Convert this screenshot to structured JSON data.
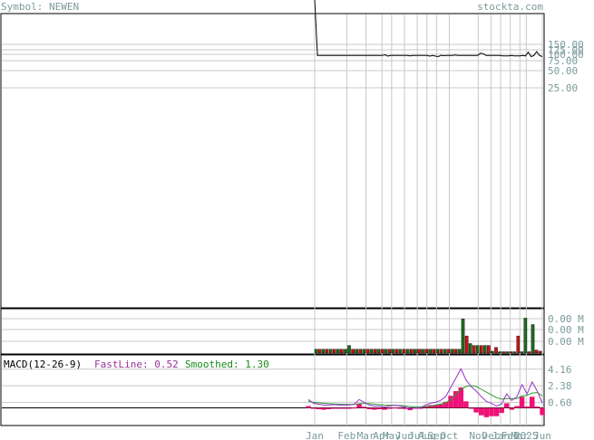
{
  "header": {
    "symbol_label": "Symbol: NEWEN",
    "site": "stockta.com"
  },
  "colors": {
    "frame": "#000000",
    "grid": "#c8c8c8",
    "axis_text": "#7a9a9a",
    "price_line": "#000000",
    "vol_up": "#1e6b1e",
    "vol_down": "#cc1111",
    "macd_fast": "#9933cc",
    "macd_smooth": "#2aa02a",
    "macd_hist": "#ee1177",
    "fast_label": "#993399",
    "smooth_label": "#1a8a1a"
  },
  "chart_data": {
    "type": "line",
    "panels": {
      "price": {
        "y_ticks": [
          "150.00",
          "125.00",
          "100.00",
          "75.00",
          "50.00",
          "25.00"
        ],
        "ylim": [
          0,
          150
        ],
        "series": [
          {
            "values": [
              540,
              95,
              95,
              95,
              95,
              95,
              95,
              95,
              95,
              95,
              95,
              95,
              95,
              95,
              95,
              95,
              95,
              95,
              95,
              95,
              95,
              95,
              95,
              95,
              95,
              98,
              92,
              95,
              95,
              95,
              95,
              95,
              95,
              95,
              93,
              95,
              95,
              95,
              95,
              95,
              95,
              92,
              95,
              92,
              90,
              96,
              94,
              95,
              95,
              95,
              97,
              95,
              95,
              95,
              95,
              95,
              95,
              95,
              95,
              105,
              103,
              95,
              95,
              95,
              95,
              95,
              95,
              93,
              93,
              93,
              95,
              93,
              93,
              93,
              95,
              93,
              110,
              90,
              95,
              112,
              95,
              90
            ]
          }
        ]
      },
      "volume": {
        "y_ticks": [
          "0.00 M",
          "0.00 M",
          "0.00 M"
        ],
        "bars": [
          {
            "v": 0.1,
            "up": true
          },
          {
            "v": 0.1,
            "up": false
          },
          {
            "v": 0.1,
            "up": true
          },
          {
            "v": 0.1,
            "up": false
          },
          {
            "v": 0.1,
            "up": true
          },
          {
            "v": 0.1,
            "up": false
          },
          {
            "v": 0.1,
            "up": true
          },
          {
            "v": 0.1,
            "up": false
          },
          {
            "v": 0.1,
            "up": true
          },
          {
            "v": 0.2,
            "up": true
          },
          {
            "v": 0.1,
            "up": false
          },
          {
            "v": 0.1,
            "up": true
          },
          {
            "v": 0.1,
            "up": false
          },
          {
            "v": 0.1,
            "up": true
          },
          {
            "v": 0.1,
            "up": false
          },
          {
            "v": 0.1,
            "up": true
          },
          {
            "v": 0.1,
            "up": false
          },
          {
            "v": 0.1,
            "up": true
          },
          {
            "v": 0.1,
            "up": false
          },
          {
            "v": 0.1,
            "up": true
          },
          {
            "v": 0.1,
            "up": false
          },
          {
            "v": 0.1,
            "up": true
          },
          {
            "v": 0.1,
            "up": false
          },
          {
            "v": 0.1,
            "up": true
          },
          {
            "v": 0.1,
            "up": false
          },
          {
            "v": 0.1,
            "up": true
          },
          {
            "v": 0.1,
            "up": false
          },
          {
            "v": 0.1,
            "up": true
          },
          {
            "v": 0.1,
            "up": false
          },
          {
            "v": 0.1,
            "up": true
          },
          {
            "v": 0.1,
            "up": false
          },
          {
            "v": 0.1,
            "up": true
          },
          {
            "v": 0.1,
            "up": false
          },
          {
            "v": 0.1,
            "up": true
          },
          {
            "v": 0.1,
            "up": false
          },
          {
            "v": 0.1,
            "up": true
          },
          {
            "v": 0.1,
            "up": false
          },
          {
            "v": 0.1,
            "up": true
          },
          {
            "v": 0.1,
            "up": false
          },
          {
            "v": 0.1,
            "up": true
          },
          {
            "v": 0.9,
            "up": true
          },
          {
            "v": 0.45,
            "up": false
          },
          {
            "v": 0.25,
            "up": true
          },
          {
            "v": 0.2,
            "up": false
          },
          {
            "v": 0.2,
            "up": true
          },
          {
            "v": 0.2,
            "up": false
          },
          {
            "v": 0.2,
            "up": true
          },
          {
            "v": 0.2,
            "up": false
          },
          {
            "v": 0.05,
            "up": true
          },
          {
            "v": 0.15,
            "up": false
          },
          {
            "v": 0.02,
            "up": true
          },
          {
            "v": 0.02,
            "up": false
          },
          {
            "v": 0.02,
            "up": true
          },
          {
            "v": 0.02,
            "up": false
          },
          {
            "v": 0.02,
            "up": true
          },
          {
            "v": 0.45,
            "up": false
          },
          {
            "v": 0.02,
            "up": true
          },
          {
            "v": 0.92,
            "up": true
          },
          {
            "v": 0.02,
            "up": false
          },
          {
            "v": 0.75,
            "up": true
          },
          {
            "v": 0.08,
            "up": false
          },
          {
            "v": 0.05,
            "up": false
          }
        ]
      },
      "macd": {
        "title": "MACD(12-26-9)",
        "fast_label": "FastLine: 0.52",
        "smooth_label": "Smoothed: 1.30",
        "y_ticks": [
          "4.16",
          "2.38",
          "0.60"
        ],
        "y_tick_values": [
          4.16,
          2.38,
          0.6
        ],
        "ylim": [
          -1.8,
          5.6
        ],
        "fast": [
          0.9,
          0.5,
          0.4,
          0.3,
          0.3,
          0.35,
          0.3,
          0.3,
          0.3,
          0.4,
          0.9,
          0.6,
          0.3,
          0.2,
          0.2,
          0.1,
          0.2,
          0.3,
          0.2,
          0.1,
          -0.1,
          0.0,
          0.0,
          0.3,
          0.5,
          0.6,
          0.8,
          1.2,
          2.2,
          3.2,
          4.2,
          3.0,
          2.3,
          1.8,
          1.2,
          0.7,
          0.5,
          0.2,
          0.4,
          1.5,
          0.8,
          1.2,
          2.5,
          1.5,
          2.8,
          1.8,
          0.52
        ],
        "smoothed": [
          0.7,
          0.6,
          0.55,
          0.5,
          0.45,
          0.42,
          0.4,
          0.38,
          0.36,
          0.37,
          0.45,
          0.48,
          0.45,
          0.4,
          0.35,
          0.3,
          0.28,
          0.27,
          0.25,
          0.22,
          0.15,
          0.1,
          0.1,
          0.15,
          0.2,
          0.3,
          0.4,
          0.55,
          0.9,
          1.4,
          2.0,
          2.3,
          2.4,
          2.3,
          2.0,
          1.7,
          1.4,
          1.1,
          0.95,
          1.0,
          1.0,
          1.0,
          1.3,
          1.35,
          1.6,
          1.65,
          1.3
        ],
        "histogram": [
          0.2,
          -0.1,
          -0.15,
          -0.2,
          -0.15,
          -0.1,
          -0.1,
          -0.08,
          -0.06,
          0.03,
          0.45,
          0.12,
          -0.15,
          -0.2,
          -0.15,
          -0.2,
          -0.08,
          0.03,
          -0.05,
          -0.12,
          -0.25,
          -0.1,
          -0.1,
          0.15,
          0.3,
          0.3,
          0.4,
          0.65,
          1.3,
          1.8,
          2.2,
          0.7,
          -0.1,
          -0.5,
          -0.8,
          -1.0,
          -0.9,
          -0.9,
          -0.55,
          0.5,
          -0.2,
          0.2,
          1.2,
          0.15,
          1.2,
          0.15,
          -0.78
        ]
      }
    },
    "x_labels": [
      {
        "label": "Jan",
        "idx": 0
      },
      {
        "label": "Feb",
        "idx": 10
      },
      {
        "label": "Mar",
        "idx": 16
      },
      {
        "label": "Apr",
        "idx": 21
      },
      {
        "label": "May",
        "idx": 24
      },
      {
        "label": "Jun",
        "idx": 28
      },
      {
        "label": "Jul",
        "idx": 32
      },
      {
        "label": "Aug",
        "idx": 35
      },
      {
        "label": "Sep",
        "idx": 38
      },
      {
        "label": "Oct",
        "idx": 42
      },
      {
        "label": "Nov",
        "idx": 51
      },
      {
        "label": "Dec",
        "idx": 55
      },
      {
        "label": "Jan",
        "idx": 58
      },
      {
        "label": "Feb",
        "idx": 61
      },
      {
        "label": "Mar",
        "idx": 64
      },
      {
        "label": "2025",
        "idx": 66
      },
      {
        "label": "Jun",
        "idx": 71
      }
    ]
  }
}
